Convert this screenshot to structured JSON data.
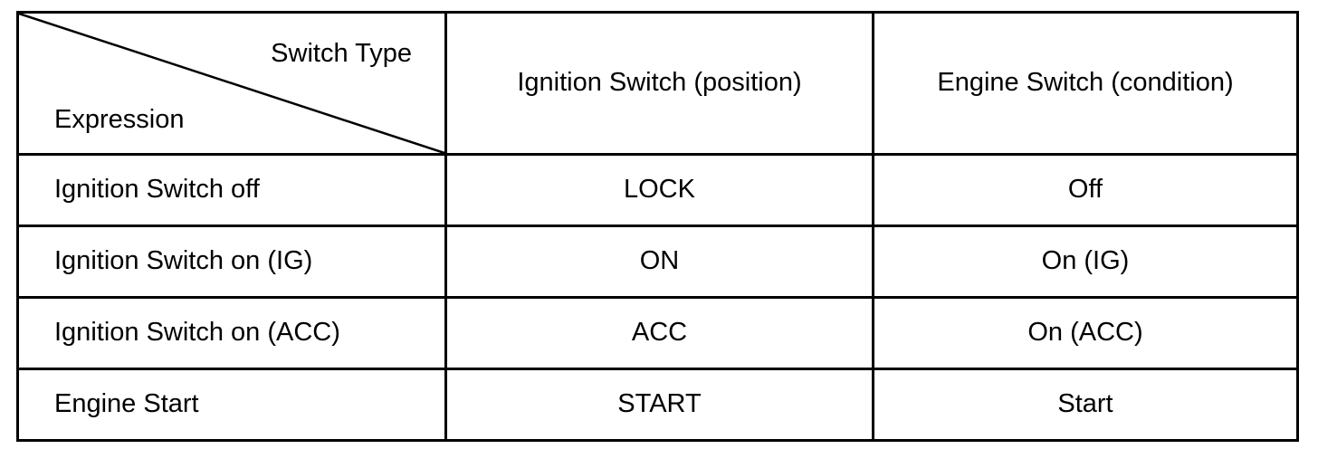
{
  "table": {
    "corner": {
      "top_label": "Switch Type",
      "bottom_label": "Expression"
    },
    "columns": [
      "Ignition Switch (position)",
      "Engine Switch (condition)"
    ],
    "rows": [
      {
        "expression": "Ignition Switch off",
        "ignition": "LOCK",
        "engine": "Off"
      },
      {
        "expression": "Ignition Switch on (IG)",
        "ignition": "ON",
        "engine": "On (IG)"
      },
      {
        "expression": "Ignition Switch on (ACC)",
        "ignition": "ACC",
        "engine": "On (ACC)"
      },
      {
        "expression": "Engine Start",
        "ignition": "START",
        "engine": "Start"
      }
    ],
    "colors": {
      "border": "#000000",
      "background": "#ffffff",
      "text": "#000000"
    }
  }
}
